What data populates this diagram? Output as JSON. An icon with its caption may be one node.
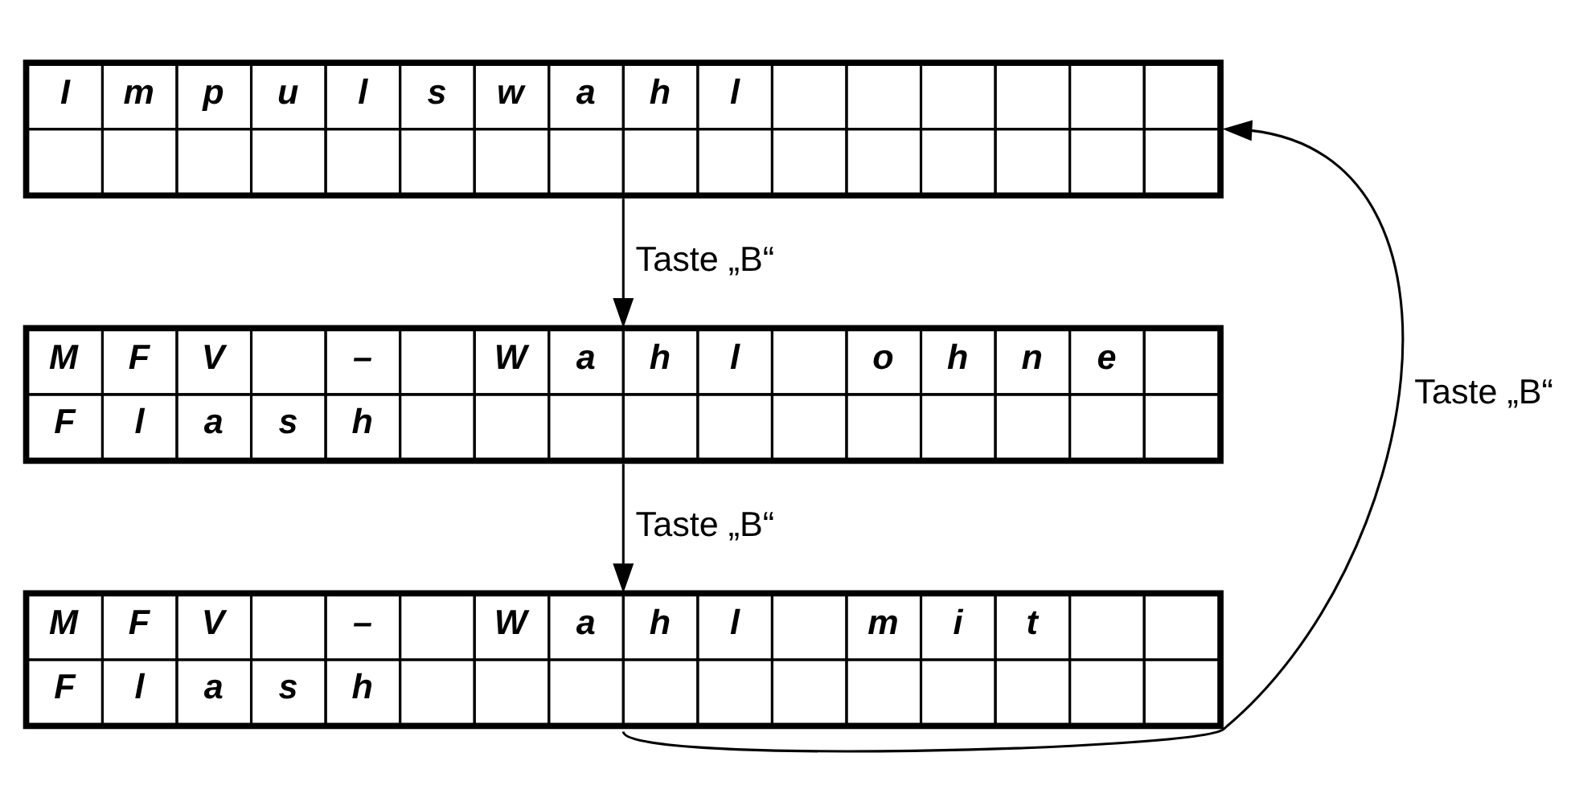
{
  "diagram": {
    "nodes": [
      {
        "text": [
          "I m p u l s w a h l"
        ]
      },
      {
        "text": [
          "M F V – W a h l o h n e",
          "F l a s h"
        ]
      },
      {
        "text": [
          "M F V – W a h l m i t",
          "F l a s h"
        ]
      }
    ],
    "edges": [
      {
        "from": 0,
        "to": 1,
        "arrow": "to",
        "label": "Taste „B“"
      },
      {
        "from": 1,
        "to": 2,
        "arrow": "to",
        "label": "Taste „B“"
      },
      {
        "from": 2,
        "to": 0,
        "arrow": "to",
        "label": "Taste „B“"
      }
    ]
  }
}
